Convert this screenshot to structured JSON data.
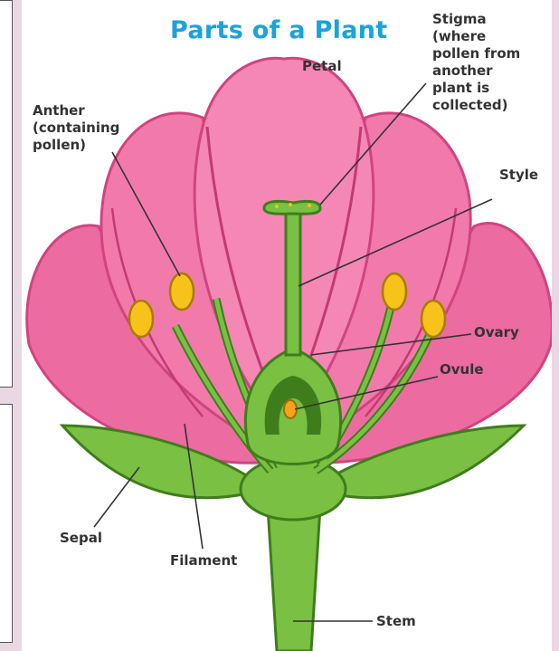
{
  "diagram": {
    "title": "Parts of a Plant",
    "labels": {
      "petal": "Petal",
      "stigma": "Stigma\n(where\npollen from\nanother\nplant is\ncollected)",
      "anther": "Anther\n(containing\npollen)",
      "style": "Style",
      "ovary": "Ovary",
      "ovule": "Ovule",
      "sepal": "Sepal",
      "filament": "Filament",
      "stem": "Stem"
    },
    "colors": {
      "title": "#1aa3d9",
      "petal": "#f06fa3",
      "petal_dark": "#d8447f",
      "stem": "#6ab52e",
      "stem_dark": "#3f7d1c",
      "anther": "#f7c21a"
    }
  }
}
